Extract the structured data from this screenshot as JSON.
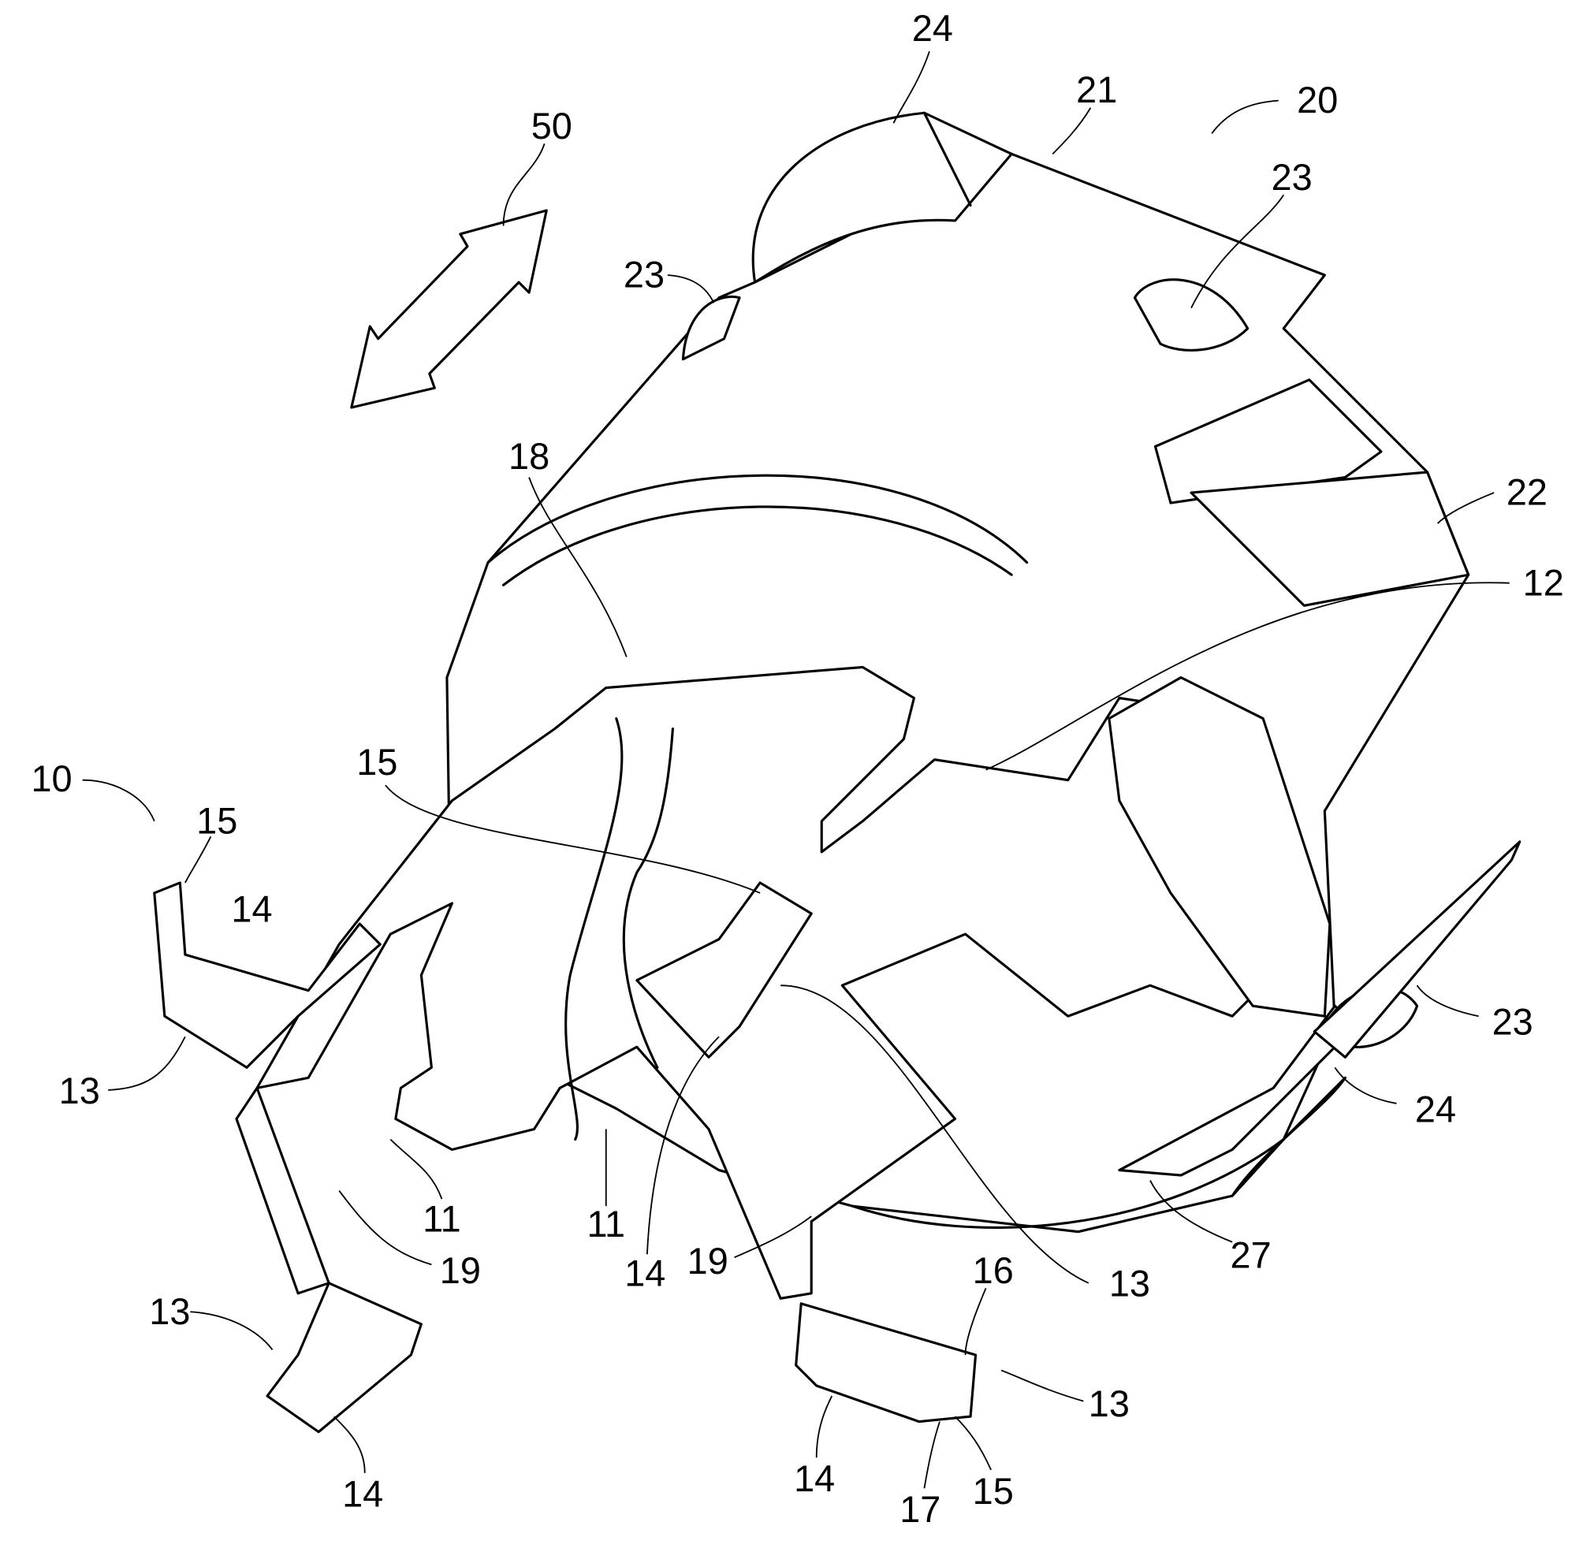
{
  "figure": {
    "type": "patent-drawing",
    "labels": {
      "l24a": "24",
      "l21": "21",
      "l20": "20",
      "l50": "50",
      "l23a": "23",
      "l23b": "23",
      "l18": "18",
      "l22": "22",
      "l12": "12",
      "l10": "10",
      "l15a": "15",
      "l15b": "15",
      "l14a": "14",
      "l23c": "23",
      "l13a": "13",
      "l24b": "24",
      "l11a": "11",
      "l11b": "11",
      "l19a": "19",
      "l14b": "14",
      "l19b": "19",
      "l13b": "13",
      "l27": "27",
      "l16": "16",
      "l13c": "13",
      "l13d": "13",
      "l14c": "14",
      "l14d": "14",
      "l17": "17",
      "l15c": "15"
    }
  }
}
